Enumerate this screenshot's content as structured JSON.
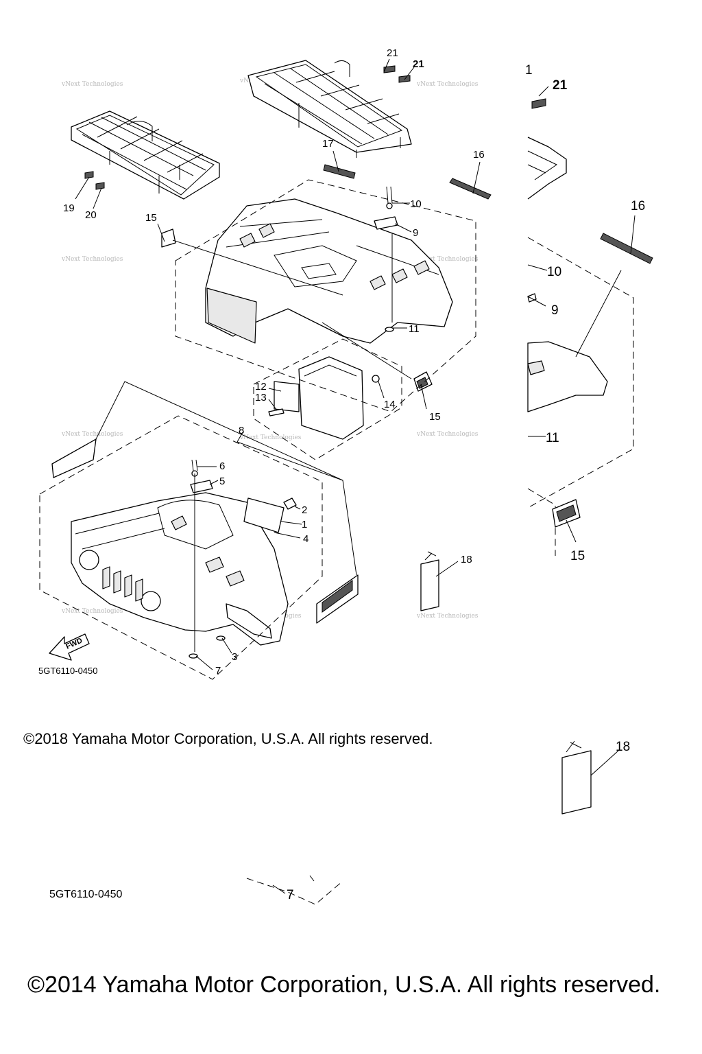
{
  "diagram": {
    "diagram_code_primary": "5GT6110-0450",
    "diagram_code_secondary": "5GT6110-0450",
    "fwd_label": "FWD",
    "watermark_text": "vNext Technologies",
    "callouts_main": [
      "1",
      "2",
      "3",
      "4",
      "5",
      "6",
      "7",
      "8",
      "9",
      "10",
      "11",
      "12",
      "13",
      "14",
      "15",
      "15",
      "16",
      "17",
      "18",
      "19",
      "20",
      "21",
      "21"
    ],
    "callouts_overlay": [
      "1",
      "21",
      "16",
      "10",
      "9",
      "11",
      "15",
      "18",
      "7"
    ]
  },
  "copyright": {
    "small": "©2018 Yamaha Motor Corporation, U.S.A. All rights reserved.",
    "large": "©2014 Yamaha Motor Corporation, U.S.A. All rights reserved."
  }
}
